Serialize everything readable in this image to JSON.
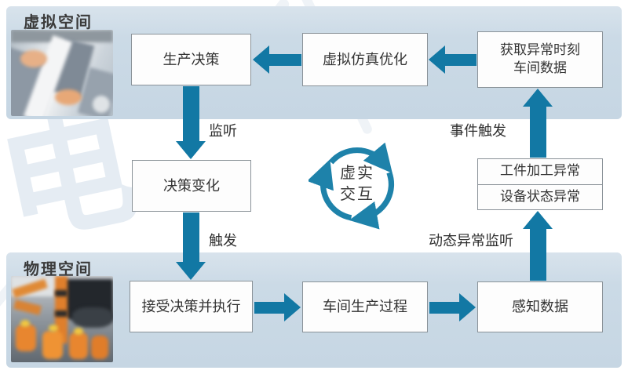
{
  "colors": {
    "band": "#cbdae6",
    "arrow": "#1278a4",
    "box_border": "#8a9298",
    "text": "#333333"
  },
  "sections": {
    "virtual_label": "虚拟空间",
    "physical_label": "物理空间"
  },
  "nodes": {
    "production_decision": "生产决策",
    "virtual_simulation": "虚拟仿真优化",
    "abnormal_data_line1": "获取异常时刻",
    "abnormal_data_line2": "车间数据",
    "decision_change": "决策变化",
    "workpiece_abnormal": "工件加工异常",
    "equipment_abnormal": "设备状态异常",
    "accept_execute": "接受决策并执行",
    "workshop_process": "车间生产过程",
    "perceive_data": "感知数据"
  },
  "edges": {
    "listen": "监听",
    "trigger": "触发",
    "event_trigger": "事件触发",
    "dynamic_monitor": "动态异常监听"
  },
  "center_cycle": {
    "line1": "虚实",
    "line2": "交互"
  },
  "watermark": {
    "char": "电"
  }
}
